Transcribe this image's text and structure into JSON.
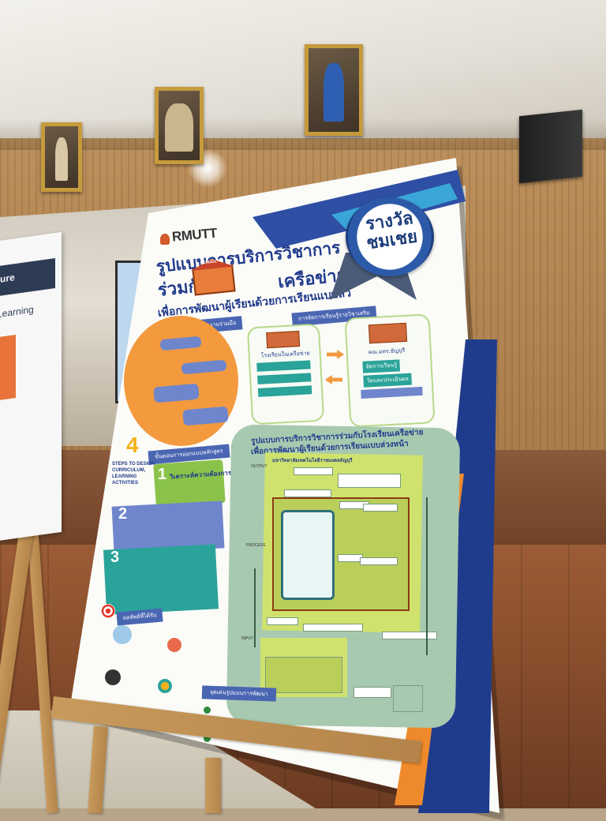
{
  "poster": {
    "brand": "RMUTT",
    "title_line1": "รูปแบบการบริการวิชาการ",
    "title_line2a": "ร่วมกับ",
    "title_line2b": "เครือข่าย",
    "title_line3": "เพื่อการพัฒนาผู้เรียนด้วยการเรียนแบบล่ว",
    "school_sign": "SCHOOL",
    "award": "รางวัล\nชมเชย",
    "section_network": "การสร้างเครือข่ายความร่วมมือ",
    "section_service": "การจัดการเรียนรู้รายวิชาเสริม",
    "step_big": "4",
    "step_heading": "ขั้นตอนการออกแบบหลักสูตร",
    "steps_caption": "STEPS TO DESIGN\nCURRICULUM,\nLEARNING\nACTIVITIES",
    "step1_num": "1",
    "step1_title": "วิเคราะห์ความต้องการ",
    "step2_num": "2",
    "step3_num": "3",
    "card_left_title": "โรงเรียนในเครือข่าย",
    "card_right_title": "คณ.มทร.ธัญบุรี",
    "card_right_items": [
      "จัดการเรียนรู้",
      "วัดและประเมินผล"
    ],
    "process_title1": "รูปแบบการบริการวิชาการร่วมกับโรงเรียนเครือข่าย",
    "process_title2": "เพื่อการพัฒนาผู้เรียนด้วยการเรียนแบบล่วงหน้า",
    "process_univ": "มหาวิทยาลัยเทคโนโลยีราชมงคลธัญบุรี",
    "flow_labels": {
      "output": "OUTPUT",
      "process": "PROCESS",
      "input": "INPUT"
    },
    "outcome_label": "ผลลัพธ์ที่ได้รับ",
    "bottom_label": "จุดเด่นรูปแบบการพัฒนา"
  },
  "left_poster": {
    "header": "ture",
    "sub": "Learning"
  },
  "colors": {
    "poster_blue": "#213b8c",
    "accent_orange": "#f39a3e",
    "lime": "#cfe26d",
    "sage": "#a7c9b0",
    "wood_wall": "#b98c58",
    "stage": "#8a4f2d"
  }
}
